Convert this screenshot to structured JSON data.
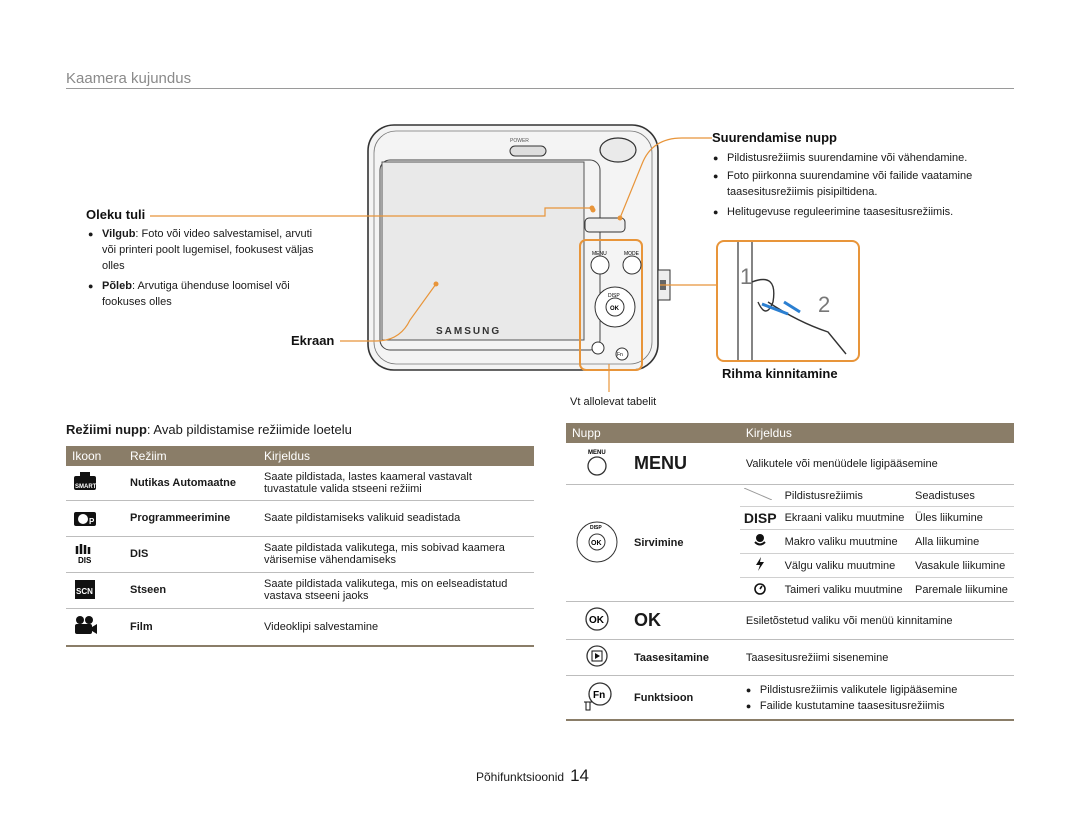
{
  "section_title": "Kaamera kujundus",
  "callouts": {
    "status_light": {
      "title": "Oleku tuli",
      "items": [
        {
          "term": "Vilgub",
          "text": ": Foto või video salvestamisel, arvuti või printeri poolt lugemisel, fookusest väljas olles"
        },
        {
          "term": "Põleb",
          "text": ": Arvutiga ühenduse loomisel või fookuses olles"
        }
      ]
    },
    "screen": {
      "title": "Ekraan"
    },
    "zoom": {
      "title": "Suurendamise nupp",
      "items": [
        "Pildistusrežiimis suurendamine või vähendamine.",
        "Foto piirkonna suurendamine või failide vaatamine taasesitusrežiimis pisipiltidena.",
        "Helitugevuse reguleerimine taasesitusrežiimis."
      ]
    },
    "strap": {
      "title": "Rihma kinnitamine",
      "step1": "1",
      "step2": "2"
    },
    "see_table": "Vt allolevat tabelit"
  },
  "camera": {
    "brand": "SAMSUNG",
    "power_label": "POWER",
    "menu_label": "MENU",
    "mode_label": "MODE",
    "disp_label": "DISP",
    "ok_label": "OK",
    "fn_label": "Fn"
  },
  "mode_button": {
    "term": "Režiimi nupp",
    "text": ": Avab pildistamise režiimide loetelu"
  },
  "mode_table": {
    "headers": [
      "Ikoon",
      "Režiim",
      "Kirjeldus"
    ],
    "rows": [
      {
        "icon": "smart-auto-icon",
        "mode": "Nutikas Automaatne",
        "desc": "Saate pildistada, lastes kaameral vastavalt tuvastatule valida stseeni režiimi"
      },
      {
        "icon": "program-icon",
        "mode": "Programmeerimine",
        "desc": "Saate pildistamiseks valikuid seadistada"
      },
      {
        "icon": "dis-icon",
        "mode": "DIS",
        "desc": "Saate pildistada valikutega, mis sobivad kaamera värisemise vähendamiseks"
      },
      {
        "icon": "scene-icon",
        "mode": "Stseen",
        "desc": "Saate pildistada valikutega, mis on eelseadistatud vastava stseeni jaoks"
      },
      {
        "icon": "movie-icon",
        "mode": "Film",
        "desc": "Videoklipi salvestamine"
      }
    ]
  },
  "button_table": {
    "headers": [
      "Nupp",
      "Kirjeldus"
    ],
    "menu": {
      "icon_text": "MENU",
      "label": "MENU",
      "desc": "Valikutele või menüüdele ligipääsemine"
    },
    "nav": {
      "label": "Sirvimine",
      "sub_headers": [
        "Pildistusrežiimis",
        "Seadistuses"
      ],
      "rows": [
        {
          "icon": "disp-icon",
          "icon_text": "DISP",
          "shoot": "Ekraani valiku muutmine",
          "setup": "Üles liikumine"
        },
        {
          "icon": "macro-icon",
          "shoot": "Makro valiku muutmine",
          "setup": "Alla liikumine"
        },
        {
          "icon": "flash-icon",
          "shoot": "Välgu valiku muutmine",
          "setup": "Vasakule liikumine"
        },
        {
          "icon": "timer-icon",
          "shoot": "Taimeri valiku muutmine",
          "setup": "Paremale liikumine"
        }
      ]
    },
    "ok": {
      "icon_text": "OK",
      "label": "OK",
      "desc": "Esiletõstetud valiku või menüü kinnitamine"
    },
    "play": {
      "label": "Taasesitamine",
      "desc": "Taasesitusrežiimi sisenemine"
    },
    "fn": {
      "icon_text": "Fn",
      "label": "Funktsioon",
      "items": [
        "Pildistusrežiimis valikutele ligipääsemine",
        "Failide kustutamine taasesitusrežiimis"
      ]
    }
  },
  "footer": {
    "section": "Põhifunktsioonid",
    "page": "14"
  },
  "colors": {
    "accent": "#e8953a",
    "table_header": "#8a7d68"
  }
}
